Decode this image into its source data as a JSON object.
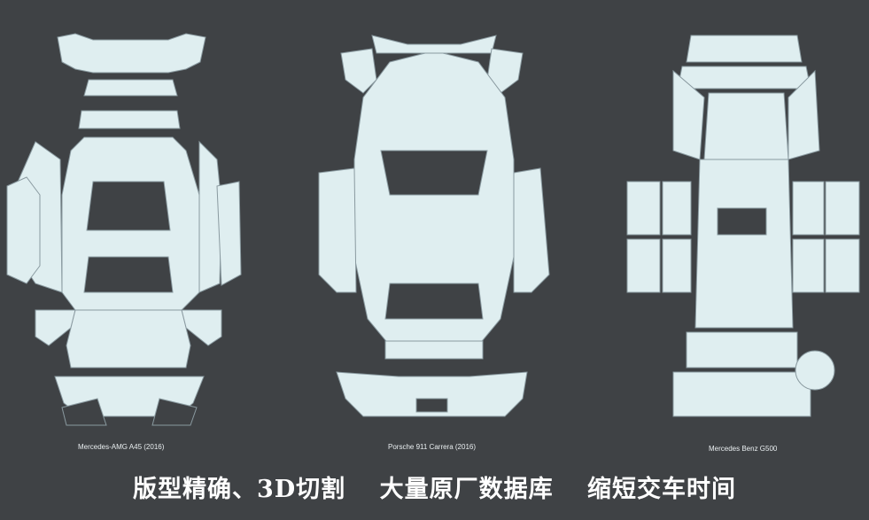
{
  "colors": {
    "background": "#3f4245",
    "film": "#dfeef0",
    "cut_lines": "#8a9aa0"
  },
  "models": [
    {
      "label": "Mercedes-AMG A45 (2016)"
    },
    {
      "label": "Porsche 911 Carrera (2016)"
    },
    {
      "label": "Mercedes Benz G500"
    }
  ],
  "caption": {
    "part1": "版型精确、3D切割",
    "part2": "大量原厂数据库",
    "part3": "缩短交车时间"
  }
}
